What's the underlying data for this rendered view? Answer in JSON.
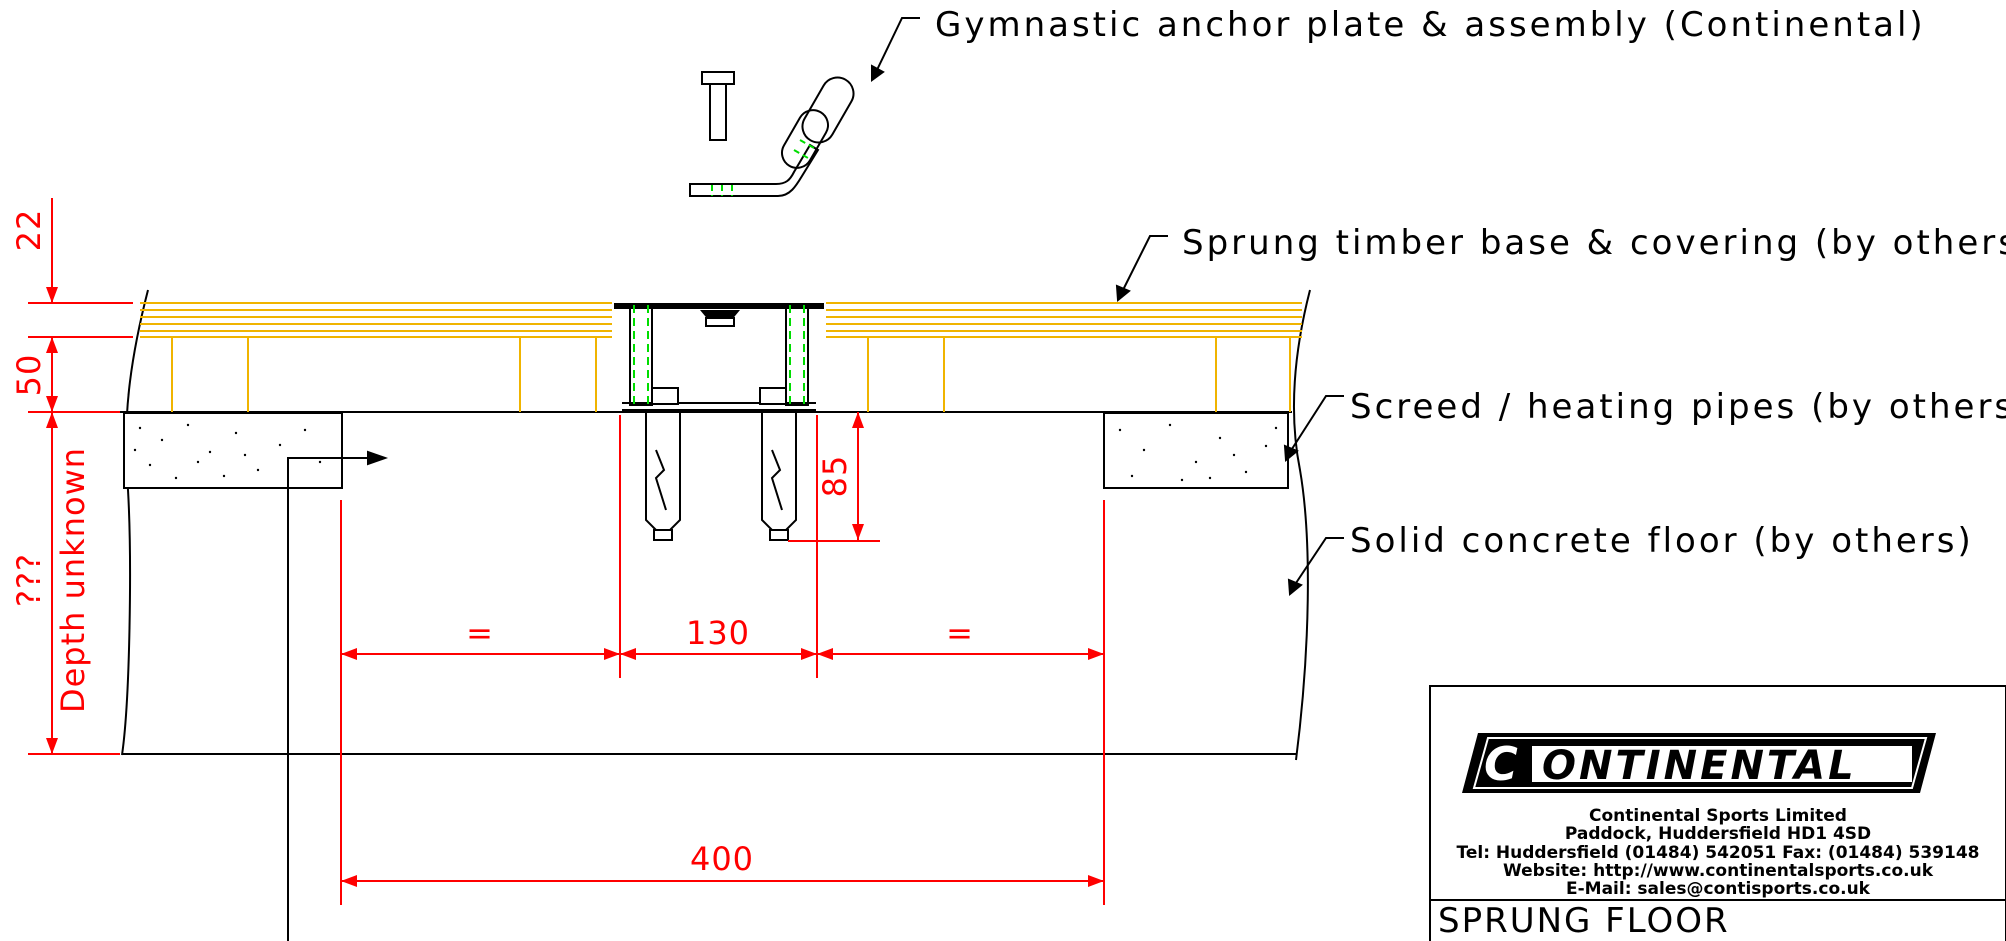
{
  "labels": {
    "anchor": "Gymnastic anchor plate & assembly (Continental)",
    "timber": "Sprung timber base & covering (by others)",
    "screed": "Screed / heating pipes (by others)",
    "concrete": "Solid concrete floor (by others)"
  },
  "dimensions": {
    "d22": "22",
    "d50": "50",
    "depth_q": "???",
    "depth_text": "Depth unknown",
    "d85": "85",
    "eq_left": "=",
    "d130": "130",
    "eq_right": "=",
    "d400": "400"
  },
  "title_block": {
    "logo_letter": "C",
    "logo_text": "ONTINENTAL",
    "company": "Continental Sports Limited",
    "address": "Paddock, Huddersfield HD1 4SD",
    "tel": "Tel: Huddersfield (01484) 542051 Fax: (01484) 539148",
    "website": "Website: http://www.continentalsports.co.uk",
    "email": "E-Mail: sales@contisports.co.uk",
    "drawing_title": "SPRUNG FLOOR"
  },
  "colors": {
    "dimension": "#ff0000",
    "timber": "#f0b400",
    "anchor_highlight": "#00dd00",
    "line": "#000000"
  }
}
